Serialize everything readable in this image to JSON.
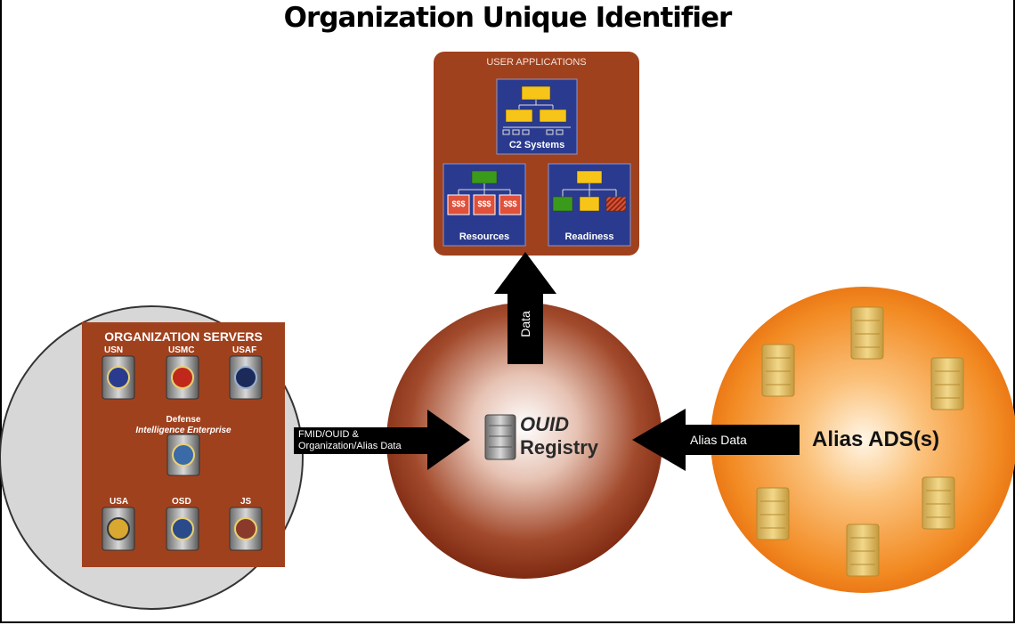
{
  "title": "Organization Unique Identifier",
  "user_applications": {
    "heading": "USER APPLICATIONS",
    "c2_label": "C2 Systems",
    "resources_label": "Resources",
    "readiness_label": "Readiness",
    "resource_box_text": "$$$"
  },
  "org_servers": {
    "heading": "ORGANIZATION SERVERS",
    "servers": [
      "USN",
      "USMC",
      "USAF",
      "USA",
      "OSD",
      "JS"
    ],
    "defense_line1": "Defense",
    "defense_line2": "Intelligence Enterprise"
  },
  "registry": {
    "line1": "OUID",
    "line2": "Registry"
  },
  "arrows": {
    "data_up": "Data",
    "left_line1": "FMID/OUID &",
    "left_line2": "Organization/Alias Data",
    "right_label": "Alias Data"
  },
  "alias": {
    "label": "Alias ADS(s)"
  },
  "colors": {
    "brown": "#a0411e",
    "navy": "#2a3b8f",
    "yellow": "#f6c518",
    "green": "#3a9a1a",
    "orange": "#f07a1c",
    "server_tan": "#e8c46a",
    "red_box": "#e0503a"
  }
}
